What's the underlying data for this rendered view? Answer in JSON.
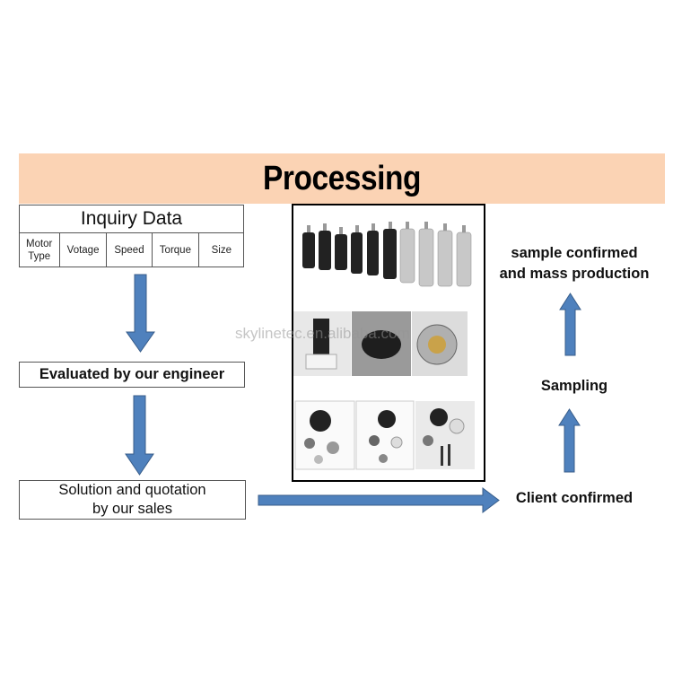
{
  "banner": {
    "title": "Processing",
    "color": "#fbd3b4"
  },
  "inquiry": {
    "title": "Inquiry Data",
    "columns": [
      "Motor\nType",
      "Votage",
      "Speed",
      "Torque",
      "Size"
    ]
  },
  "steps": {
    "evaluated": "Evaluated by our engineer",
    "solution": "Solution and quotation\nby our sales",
    "client_confirmed": "Client confirmed",
    "sampling": "Sampling",
    "mass_production": "sample confirmed\nand mass production"
  },
  "watermark": "skylinetec.en.alibaba.com",
  "arrow_color": "#4f81bd",
  "arrow_border": "#385d8a",
  "photos": [
    {
      "name": "gear-motor-lineup-photo"
    },
    {
      "name": "motor-with-flange-photo"
    },
    {
      "name": "motor-housing-photo"
    },
    {
      "name": "motor-internal-photo"
    },
    {
      "name": "gearbox-parts-photo-1"
    },
    {
      "name": "gearbox-parts-photo-2"
    },
    {
      "name": "gearbox-parts-photo-3"
    }
  ]
}
